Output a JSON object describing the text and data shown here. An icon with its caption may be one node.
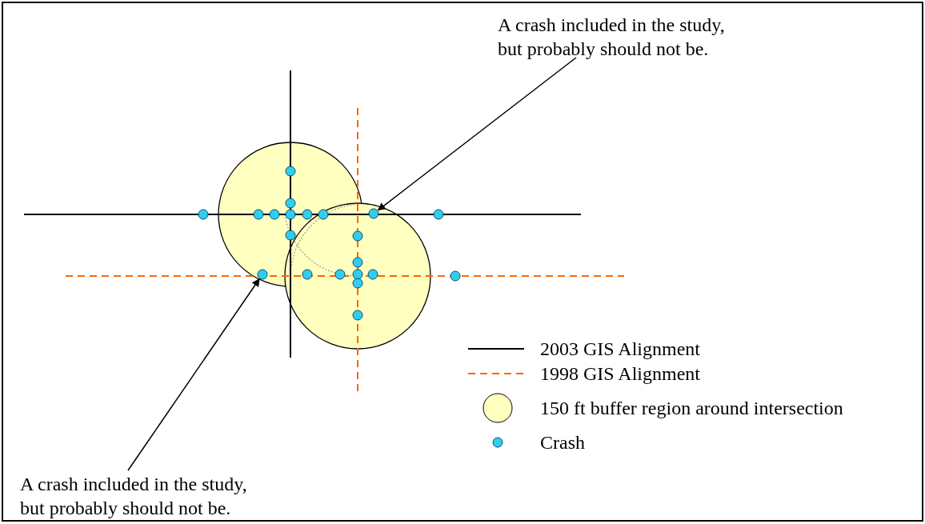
{
  "diagram": {
    "nodes": [
      {
        "text": [
          "A crash included in the study, but probably should not be."
        ]
      },
      {
        "text": [],
        "shape": "circle"
      },
      {
        "text": [],
        "shape": "circle"
      },
      {
        "text": [],
        "shape": "circle"
      },
      {
        "text": [],
        "shape": "circle"
      },
      {
        "text": [],
        "shape": "circle"
      },
      {
        "text": [],
        "shape": "circle"
      },
      {
        "text": [],
        "shape": "circle"
      },
      {
        "text": [],
        "shape": "circle"
      },
      {
        "text": [],
        "shape": "circle"
      },
      {
        "text": [],
        "shape": "circle"
      },
      {
        "text": [],
        "shape": "circle"
      },
      {
        "text": [],
        "shape": "circle"
      },
      {
        "text": [],
        "shape": "circle"
      },
      {
        "text": [],
        "shape": "circle"
      },
      {
        "text": [],
        "shape": "circle"
      },
      {
        "text": [],
        "shape": "circle"
      },
      {
        "text": [],
        "shape": "circle"
      },
      {
        "text": [],
        "shape": "circle"
      },
      {
        "text": [],
        "shape": "circle"
      },
      {
        "text": [],
        "shape": "circle"
      },
      {
        "text": [],
        "shape": "circle"
      },
      {
        "text": [
          "A crash included in the study, but probably should not be."
        ]
      }
    ],
    "edges": [
      {
        "from": 0,
        "to": 9,
        "arrow": "to"
      },
      {
        "from": 22,
        "to": 14,
        "arrow": "to"
      }
    ],
    "legend": [
      {
        "text": "2003 GIS Alignment"
      },
      {
        "text": "1998 GIS Alignment"
      },
      {
        "text": "150 ft buffer region around intersection",
        "color": "#ffffc0"
      },
      {
        "text": "Crash",
        "color": "#33ccee"
      }
    ]
  }
}
